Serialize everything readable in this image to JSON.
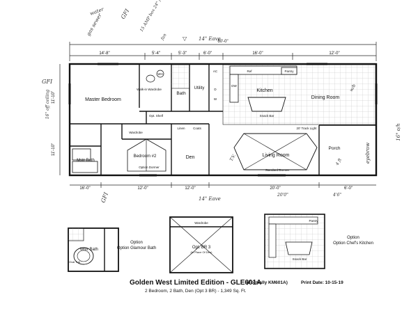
{
  "plan": {
    "rooms": {
      "master_bedroom": "Master Bedroom",
      "master_bath": "Mstr Bath",
      "bedroom2": "Bedroom #2",
      "den": "Den",
      "living_room": "Living Room",
      "kitchen": "Kitchen",
      "dining_room": "Dining Room",
      "utility": "Utility",
      "bath": "Bath",
      "porch": "Porch",
      "walkin": "Walk-in Wardrobe",
      "wardrobe": "Wardrobe",
      "linen": "Linen",
      "coats": "Coats",
      "snack_bar": "Snack Bar",
      "pantry": "Pantry",
      "dw": "DW",
      "ref": "Ref",
      "wh": "WH",
      "ac": "AC",
      "dryer": "D",
      "washer": "W",
      "std_dormer": "Standard Dormer",
      "opt_dormer": "Option Dormer",
      "opt_shelf": "Opt. Shelf",
      "ceiling_track": "20' Track Light"
    },
    "dims_top": [
      "60'-0\"",
      "14'-8\"",
      "5'-4\"",
      "5'-3\"",
      "6'-0\"",
      "16'-0\"",
      "12'-0\""
    ],
    "dims_bottom": [
      "16'-0\"",
      "12'-0\"",
      "12'-0\"",
      "20'-0\"",
      "6'-0\""
    ],
    "dims_side": [
      "11'-10\"",
      "11'-10\""
    ]
  },
  "handwriting": {
    "water": "water",
    "gas_sewer": "gas  sewer",
    "gfi1": "GFI",
    "amp_box": "15 AMP box 24\" from floor",
    "fan": "fan",
    "eave_top": "14\" Eave",
    "eave_bottom": "14\" Eave",
    "gfi_left": "GFI",
    "gfi_bottom": "GFI",
    "ceiling": "16\" off ceiling",
    "eyebrow": "eyebrow",
    "overhang": "16\" o/h",
    "notes": [
      "w/b",
      "4'6\"",
      "20'0\"",
      "T.V.",
      "4 ft"
    ]
  },
  "options": {
    "glamour_bath_title": "Option Glamour Bath",
    "glamour_bath_room": "Mstr Bath",
    "opt_br3": "Opt. BR 3",
    "opt_br3_note": "(In Place Of Den)",
    "opt_wardrobe": "Wardrobe",
    "chefs_kitchen_title": "Option Chef's Kitchen",
    "chefs_snack": "Snack Bar",
    "chefs_pantry": "Pantry",
    "oval_tub": "Oval Tub"
  },
  "footer": {
    "title": "Golden West Limited Edition - GLE601A",
    "formerly": "(Formally KM601A)",
    "print_date": "Print Date: 10-15-19",
    "subtitle": "2 Bedroom, 2 Bath, Den (Opt 3 BR) - 1,349 Sq. Ft."
  }
}
